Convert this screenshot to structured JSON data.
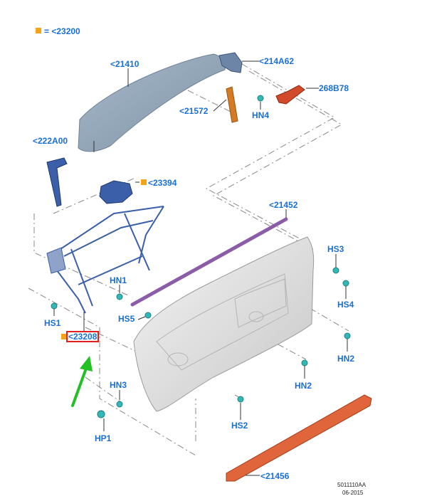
{
  "legend": {
    "marker_color": "#f5a31a",
    "text": "= <23200"
  },
  "colors": {
    "label_blue": "#1a6fd6",
    "glass": "#8fa3b5",
    "regulator_blue": "#3b5fa8",
    "weatherstrip_purple": "#8b5ca8",
    "sill_orange": "#e0653a",
    "bracket_orange": "#d47a22",
    "clip_teal": "#33b8b8",
    "highlight_red": "#e02020",
    "arrow_green": "#22c022"
  },
  "labels": {
    "glass": "<21410",
    "hinge_bracket": "<214A62",
    "part_268b78": "268B78",
    "channel": "<21572",
    "hn4": "HN4",
    "run_channel": "<222A00",
    "motor": "<23394",
    "weatherstrip": "<21452",
    "hs3": "HS3",
    "hs4": "HS4",
    "hn1": "HN1",
    "hs5": "HS5",
    "hs1": "HS1",
    "regulator": "<23208",
    "hn2_right": "HN2",
    "hn2_lower": "HN2",
    "hn3": "HN3",
    "hs2": "HS2",
    "hp1": "HP1",
    "sill_moulding": "<21456"
  },
  "footer": {
    "code": "5011110AA",
    "date": "06-2015"
  }
}
